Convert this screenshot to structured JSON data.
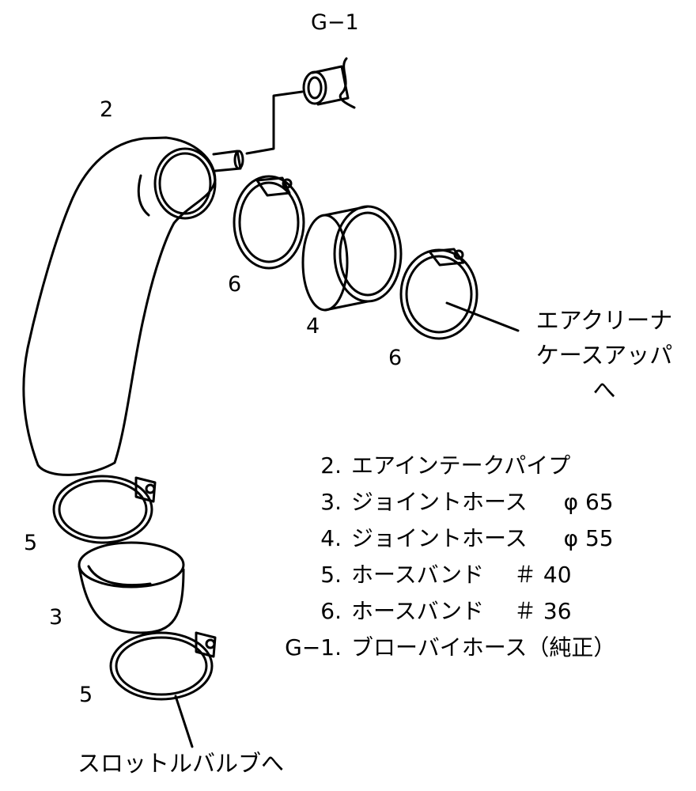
{
  "callouts": {
    "g1": "G−1",
    "p2": "2",
    "p6a": "6",
    "p4": "4",
    "p6b": "6",
    "p5a": "5",
    "p3": "3",
    "p5b": "5"
  },
  "directions": {
    "air_cleaner_line1": "エアクリーナ",
    "air_cleaner_line2": "ケースアッパ",
    "air_cleaner_line3": "へ",
    "throttle": "スロットルバルブへ"
  },
  "legend": [
    {
      "num": "2.",
      "name": "エアインテークパイプ",
      "spec": ""
    },
    {
      "num": "3.",
      "name": "ジョイントホース",
      "spec": "φ 65"
    },
    {
      "num": "4.",
      "name": "ジョイントホース",
      "spec": "φ 55"
    },
    {
      "num": "5.",
      "name": "ホースバンド",
      "spec": "＃ 40"
    },
    {
      "num": "6.",
      "name": "ホースバンド",
      "spec": "＃ 36"
    },
    {
      "num": "G−1.",
      "name": "ブローバイホース（純正）",
      "spec": ""
    }
  ]
}
